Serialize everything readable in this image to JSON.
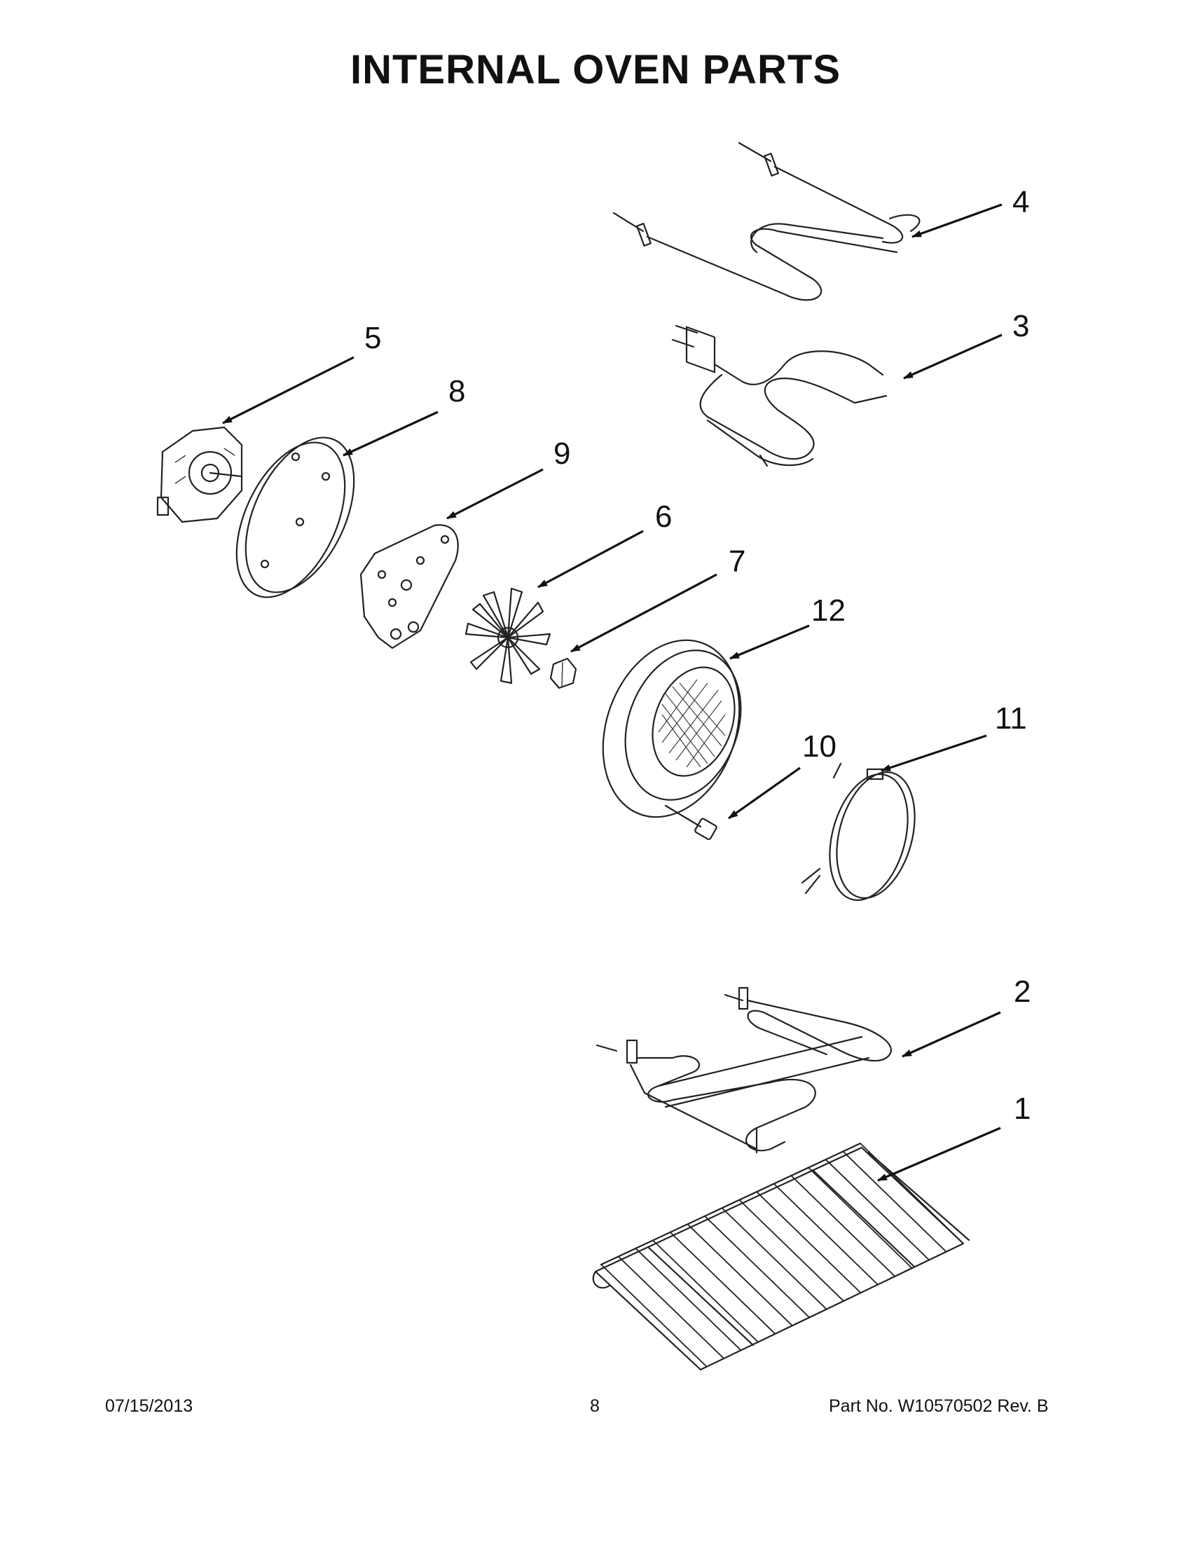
{
  "page": {
    "title": "INTERNAL OVEN PARTS",
    "footer": {
      "date": "07/15/2013",
      "page_number": "8",
      "part_number": "Part No.  W10570502  Rev.  B"
    }
  },
  "callouts": {
    "c1": "1",
    "c2": "2",
    "c3": "3",
    "c4": "4",
    "c5": "5",
    "c6": "6",
    "c7": "7",
    "c8": "8",
    "c9": "9",
    "c10": "10",
    "c11": "11",
    "c12": "12"
  },
  "parts": [
    {
      "callout": "1",
      "icon": "oven-rack-icon"
    },
    {
      "callout": "2",
      "icon": "bake-element-icon"
    },
    {
      "callout": "3",
      "icon": "broil-element-icon"
    },
    {
      "callout": "4",
      "icon": "broil-element-outer-icon"
    },
    {
      "callout": "5",
      "icon": "convection-motor-icon"
    },
    {
      "callout": "6",
      "icon": "fan-blade-icon"
    },
    {
      "callout": "7",
      "icon": "nut-icon"
    },
    {
      "callout": "8",
      "icon": "insulation-disc-icon"
    },
    {
      "callout": "9",
      "icon": "mounting-plate-icon"
    },
    {
      "callout": "10",
      "icon": "screw-icon"
    },
    {
      "callout": "11",
      "icon": "convection-element-icon"
    },
    {
      "callout": "12",
      "icon": "fan-cover-icon"
    }
  ]
}
